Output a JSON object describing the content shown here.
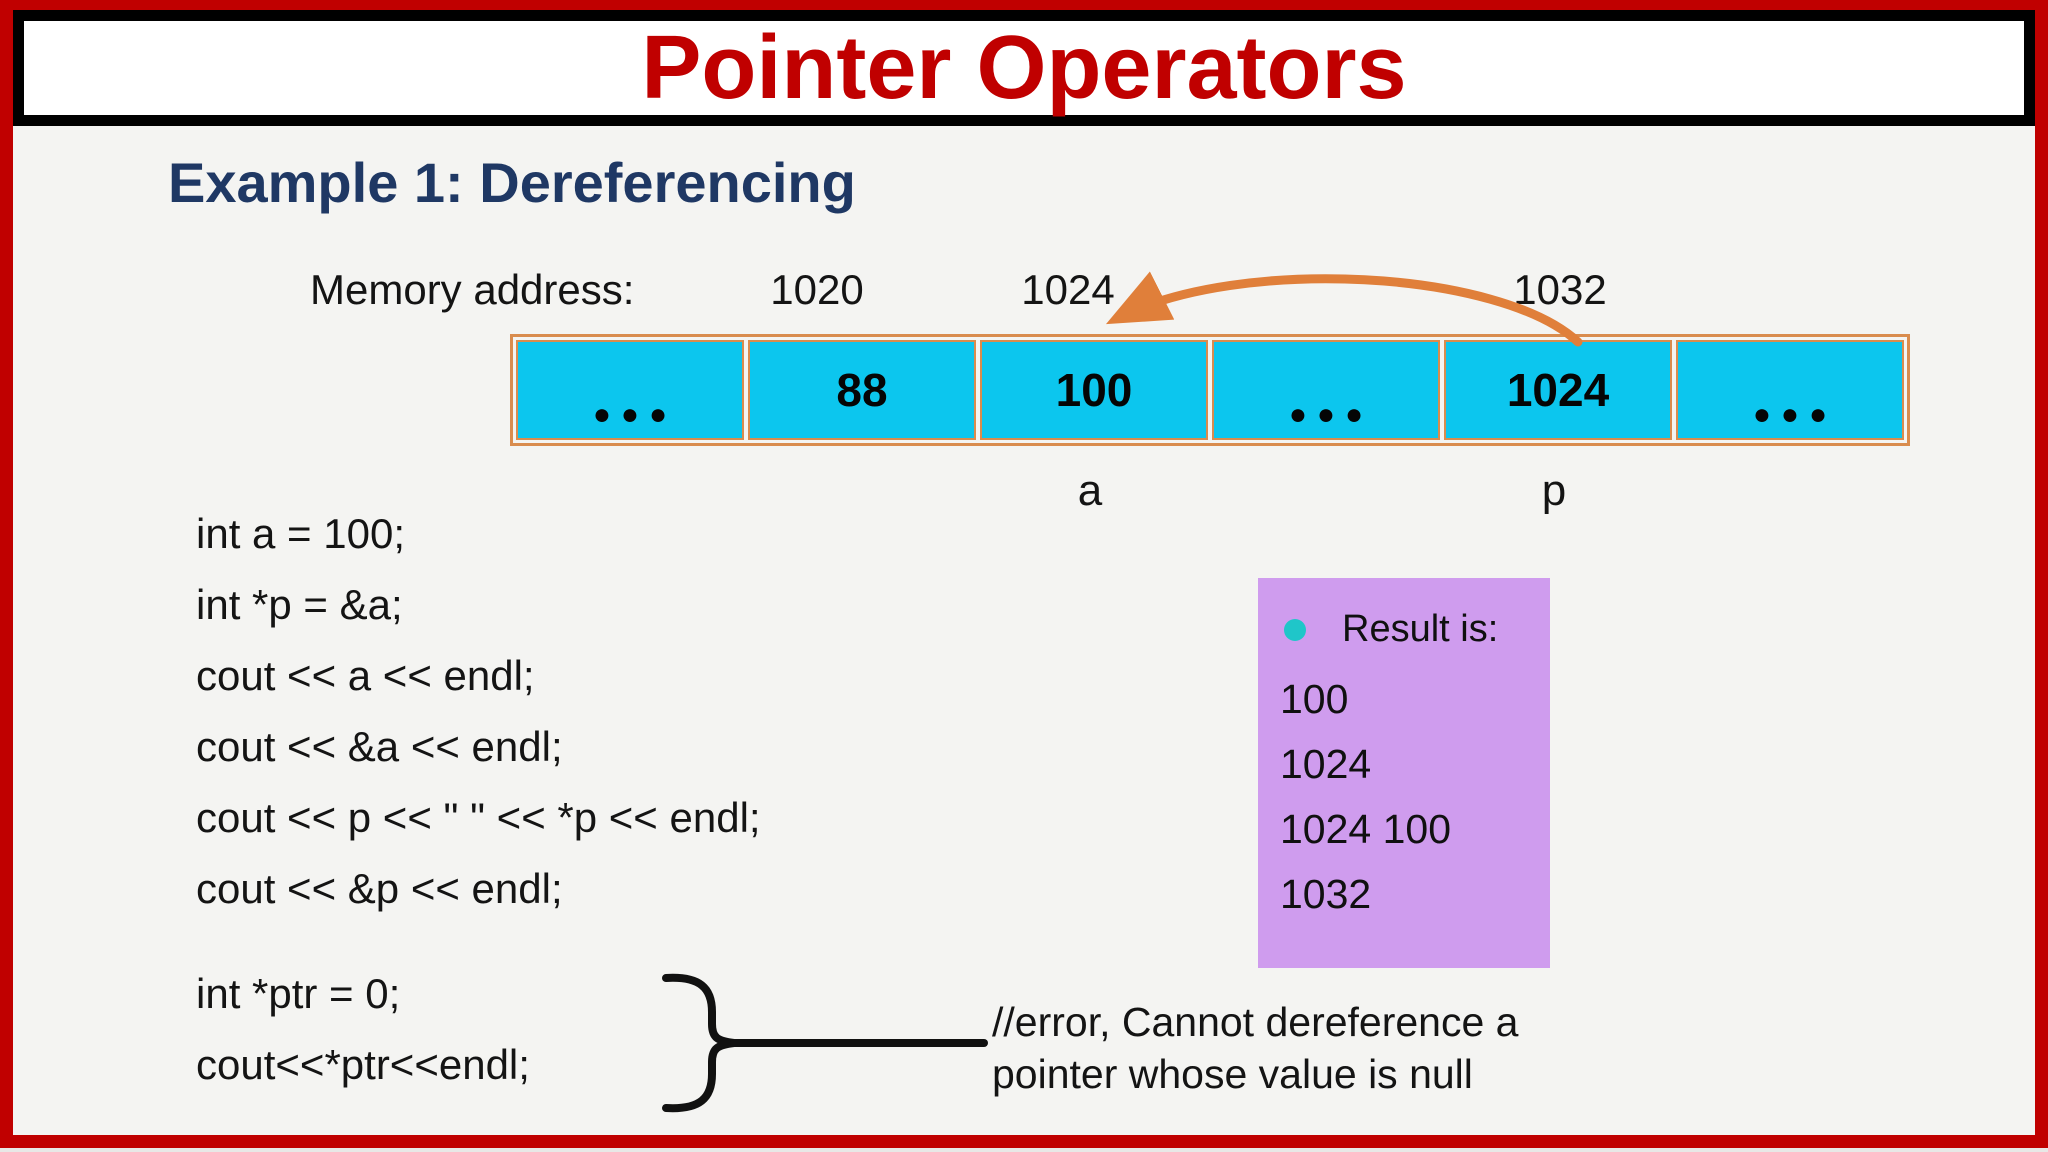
{
  "slide": {
    "title": "Pointer Operators",
    "heading": "Example 1: Dereferencing"
  },
  "diagram": {
    "memory_label": "Memory address:",
    "addresses": [
      {
        "value": "1020"
      },
      {
        "value": "1024"
      },
      {
        "value": "1032"
      }
    ],
    "cells": [
      {
        "value": "●●●"
      },
      {
        "value": "88"
      },
      {
        "value": "100"
      },
      {
        "value": "●●●"
      },
      {
        "value": "1024"
      },
      {
        "value": "●●●"
      }
    ],
    "var_a_label": "a",
    "var_p_label": "p"
  },
  "code": {
    "lines": [
      "int a = 100;",
      "int *p = &a;",
      "cout << a << endl;",
      "cout << &a << endl;",
      "cout << p << \" \" << *p << endl;",
      "cout << &p << endl;"
    ],
    "null_lines": [
      "int *ptr = 0;",
      "cout<<*ptr<<endl;"
    ]
  },
  "result_box": {
    "bullet_title": "Result is:",
    "lines": [
      "100",
      "1024",
      "1024 100",
      "1032"
    ]
  },
  "error_note": {
    "lines": [
      "//error, Cannot dereference a",
      "pointer whose value is null"
    ]
  },
  "colors": {
    "frame_red": "#c00000",
    "title_red": "#c00000",
    "heading_navy": "#1f3864",
    "cell_cyan": "#0cc6ee",
    "cell_border_orange": "#d98c4e",
    "arrow_orange": "#e07f3a",
    "result_purple": "#cf9cee",
    "bullet_teal": "#1fc6c9"
  }
}
